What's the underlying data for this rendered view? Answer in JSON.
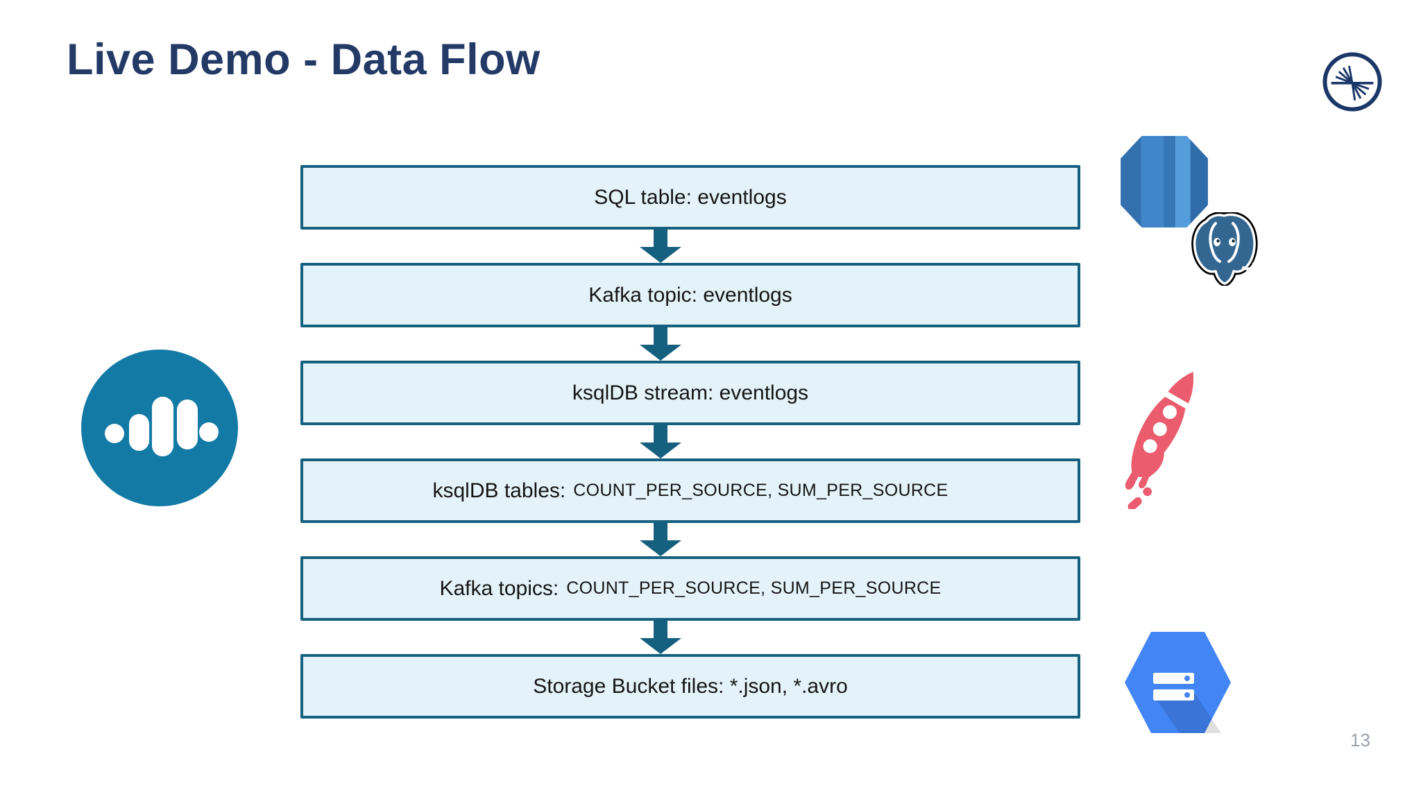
{
  "slide": {
    "title": "Live Demo - Data Flow",
    "page_number": "13"
  },
  "flow": {
    "boxes": [
      {
        "text": "SQL table: eventlogs",
        "code": ""
      },
      {
        "text": "Kafka topic: eventlogs",
        "code": ""
      },
      {
        "text": "ksqlDB stream: eventlogs",
        "code": ""
      },
      {
        "text": "ksqlDB tables:",
        "code": "COUNT_PER_SOURCE, SUM_PER_SOURCE"
      },
      {
        "text": "Kafka topics:",
        "code": "COUNT_PER_SOURCE, SUM_PER_SOURCE"
      },
      {
        "text": "Storage Bucket files: *.json, *.avro",
        "code": ""
      }
    ]
  },
  "icons": {
    "top_right_logo": "confluent-logo",
    "left_logo": "waveform-circle-logo",
    "source_icons": [
      "aws-rds-icon",
      "postgresql-logo"
    ],
    "middle_right_icon": "rocket-icon",
    "storage_icon": "google-cloud-storage-logo"
  },
  "colors": {
    "title": "#233a67",
    "box_fill": "#e4f3f9",
    "box_border": "#15607f",
    "arrow": "#15607f",
    "confluent_navy": "#1b3768",
    "waveform_teal": "#137aa6",
    "rocket_red": "#ea5c6e",
    "gcs_blue": "#4285f4",
    "postgres_blue": "#336791",
    "rds_blue": "#3f83c6",
    "page_number_gray": "#9aa1ab"
  }
}
